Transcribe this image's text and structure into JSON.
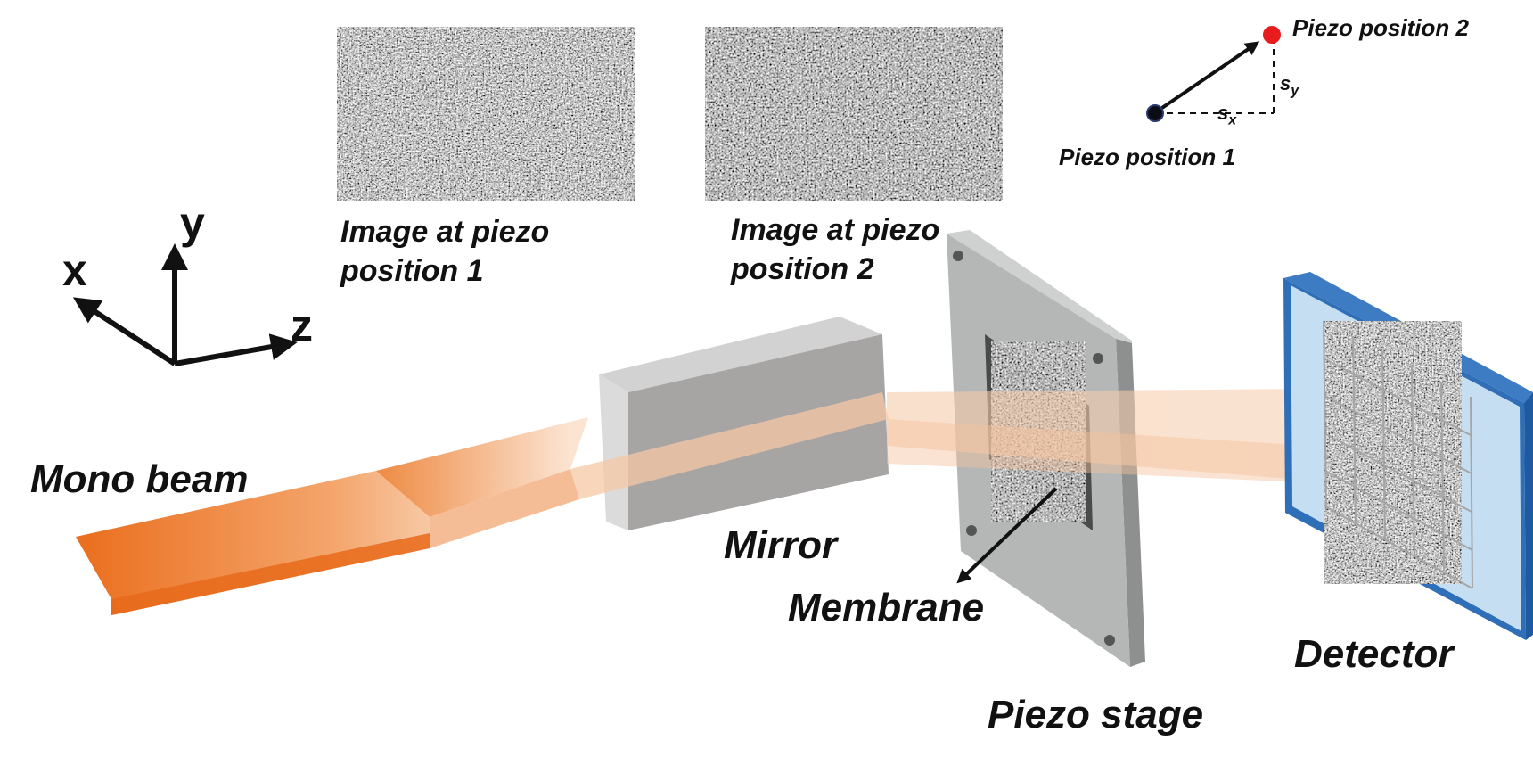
{
  "diagram": {
    "axes": {
      "x": "x",
      "y": "y",
      "z": "z"
    },
    "labels": {
      "mono_beam": "Mono beam",
      "mirror": "Mirror",
      "membrane": "Membrane",
      "piezo_stage": "Piezo stage",
      "detector": "Detector"
    },
    "images": {
      "image1_line1": "Image at piezo",
      "image1_line2": "position 1",
      "image2_line1": "Image at piezo",
      "image2_line2": "position 2"
    },
    "inset": {
      "position1": "Piezo position  1",
      "position2": "Piezo position  2",
      "sx_symbol": "s",
      "sx_subscript": "x",
      "sy_symbol": "s",
      "sy_subscript": "y"
    },
    "colors": {
      "beam": "#ec7523",
      "beam_light": "#f7d4bb",
      "mirror_front": "#a9a6a6",
      "mirror_side": "#d5d4d4",
      "stage": "#b4b6b6",
      "detector_frame": "#2d6db5",
      "detector_glass": "#bcd7ee",
      "position1_dot": "#0c0c16",
      "position2_dot": "#e81c1c"
    }
  }
}
